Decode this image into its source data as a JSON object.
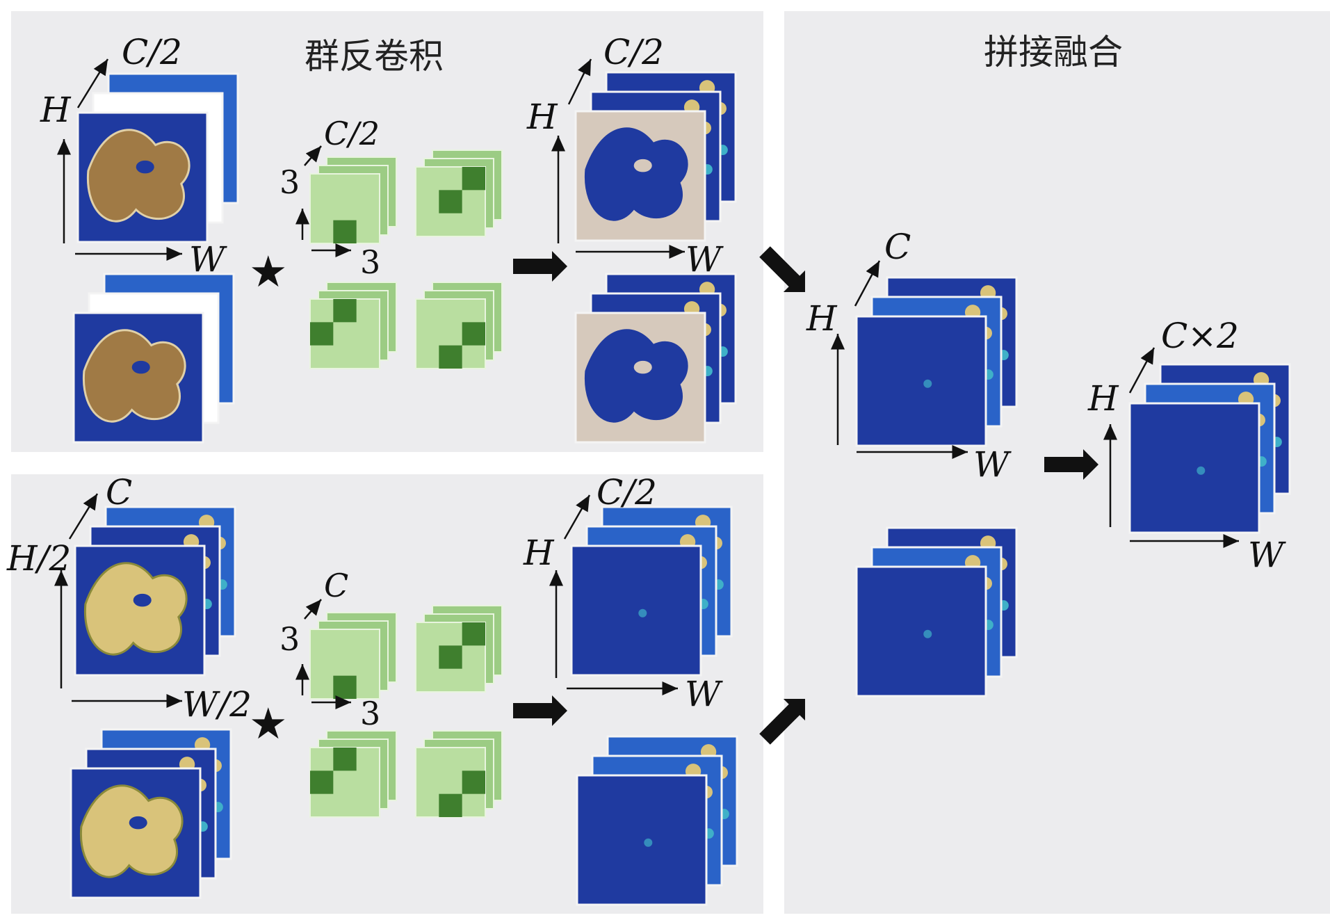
{
  "titles": {
    "group_deconv": "群反卷积",
    "concat_fusion": "拼接融合"
  },
  "labels": {
    "top": {
      "in_depth": "C/2",
      "in_height": "H",
      "in_width": "W",
      "kernel_depth": "C/2",
      "kernel_h": "3",
      "kernel_w": "3",
      "out_depth": "C/2",
      "out_height": "H",
      "out_width": "W"
    },
    "bottom": {
      "in_depth": "C",
      "in_height": "H/2",
      "in_width": "W/2",
      "kernel_depth": "C",
      "kernel_h": "3",
      "kernel_w": "3",
      "out_depth": "C/2",
      "out_height": "H",
      "out_width": "W"
    },
    "fusion": {
      "depth": "C",
      "height": "H",
      "width": "W",
      "final_depth": "C×2",
      "final_height": "H",
      "final_width": "W"
    },
    "operator": "★"
  },
  "colors": {
    "panel": "#ececee",
    "deep_blue": "#1f3aa0",
    "mid_blue": "#2a63c8",
    "teal": "#3fb0c8",
    "sand": "#d9c37a",
    "brown": "#a07a45",
    "beige": "#d6c9bc",
    "kernel_light": "#b9dea0",
    "kernel_mid": "#9ccc84",
    "kernel_dark": "#3f7f2e"
  }
}
